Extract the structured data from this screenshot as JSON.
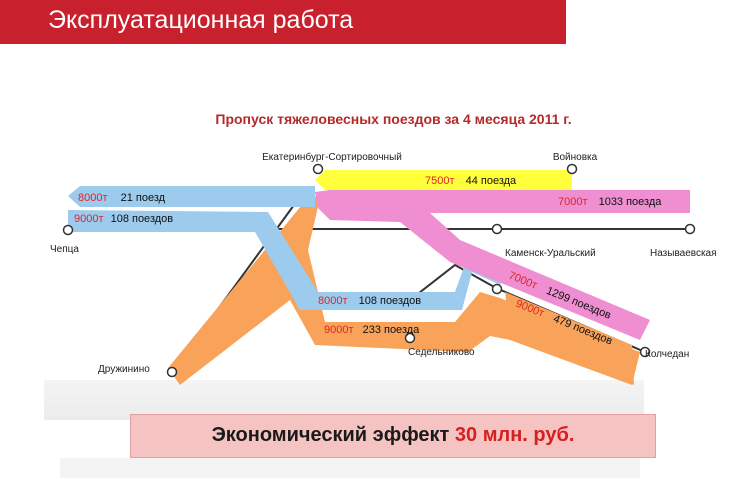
{
  "header": {
    "title": "Эксплуатационная работа"
  },
  "slide": {
    "subtitle": "Пропуск тяжеловесных поездов за 4 месяца 2011 г."
  },
  "stations": {
    "ekb": "Екатеринбург-Сортировочный",
    "voinovka": "Войновка",
    "chepca": "Чепца",
    "kamensk": "Каменск-Уральский",
    "nazyvaevskaya": "Называевская",
    "druzhinino": "Дружинино",
    "sedelnikovo": "Седельниково",
    "kolchedan": "Колчедан"
  },
  "flows": {
    "f1": {
      "weight": "8000т",
      "trains": "21 поезд"
    },
    "f2": {
      "weight": "9000т",
      "trains": "108 поездов"
    },
    "f3": {
      "weight": "7500т",
      "trains": "44 поезда"
    },
    "f4": {
      "weight": "7000т",
      "trains": "1033 поезда"
    },
    "f5": {
      "weight": "8000т",
      "trains": "108 поездов"
    },
    "f6": {
      "weight": "9000т",
      "trains": "233 поезда"
    },
    "f7": {
      "weight": "7000т",
      "trains": "1299 поездов"
    },
    "f8": {
      "weight": "9000т",
      "trains": "479 поездов"
    }
  },
  "effect": {
    "label": "Экономический эффект",
    "value": "30 млн. руб."
  },
  "colors": {
    "header": "#c8202c",
    "blue": "#9ccbed",
    "pink": "#ef8ed0",
    "yellow": "#ffff3c",
    "orange": "#f9a35a",
    "weight_red": "#e02525"
  }
}
